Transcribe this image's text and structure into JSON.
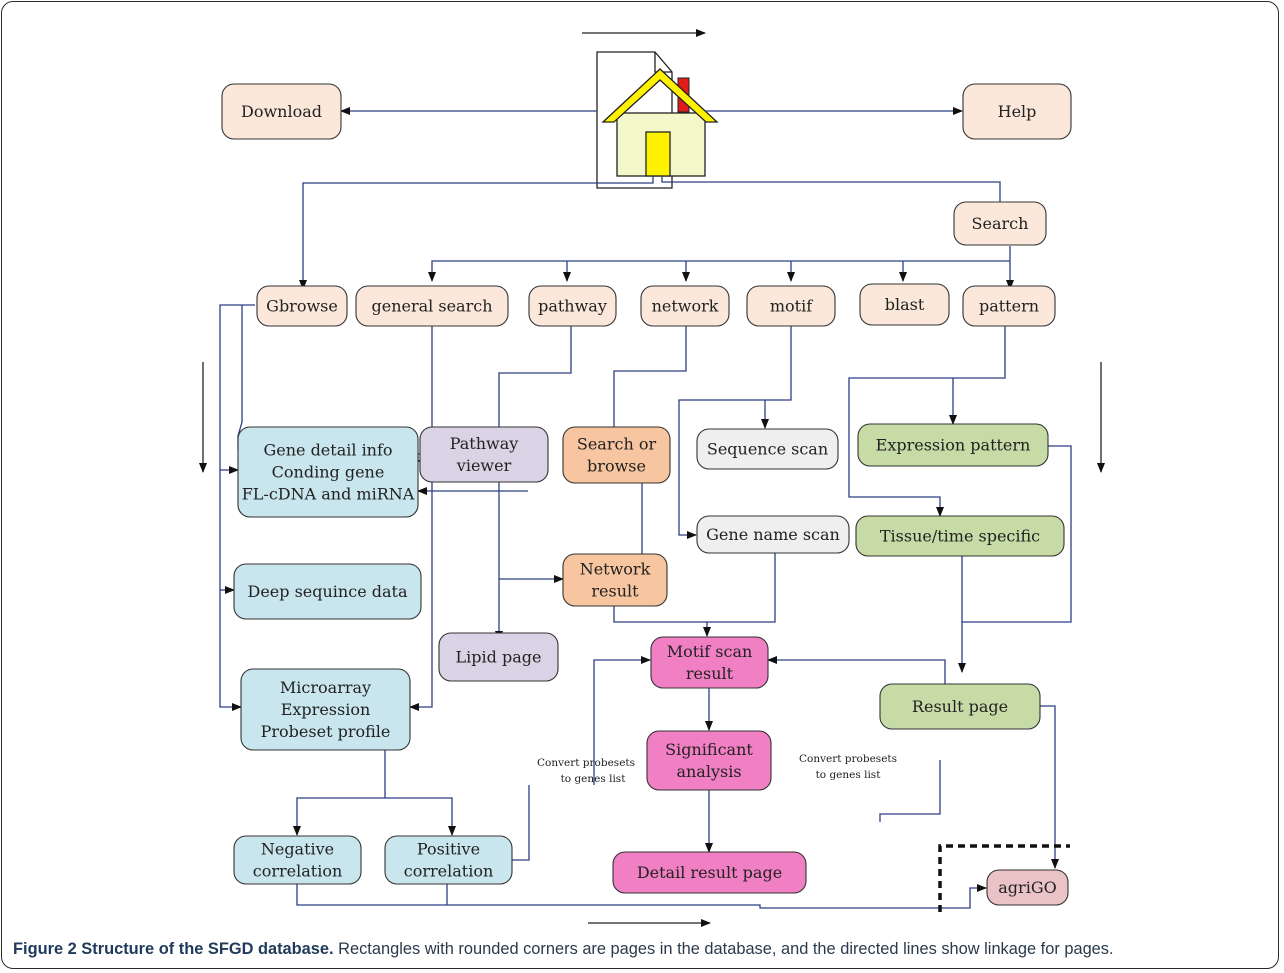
{
  "nodes": {
    "download": [
      "Download"
    ],
    "help": [
      "Help"
    ],
    "search": [
      "Search"
    ],
    "gbrowse": [
      "Gbrowse"
    ],
    "general_search": [
      "general search"
    ],
    "pathway": [
      "pathway"
    ],
    "network": [
      "network"
    ],
    "motif": [
      "motif"
    ],
    "blast": [
      "blast"
    ],
    "pattern": [
      "pattern"
    ],
    "gene_detail": [
      "Gene detail info",
      "Conding gene",
      "FL-cDNA and miRNA"
    ],
    "pathway_viewer": [
      "Pathway",
      "viewer"
    ],
    "search_or_browse": [
      "Search or",
      "browse"
    ],
    "sequence_scan": [
      "Sequence scan"
    ],
    "expression_pattern": [
      "Expression pattern"
    ],
    "gene_name_scan": [
      "Gene name scan"
    ],
    "tissue_time": [
      "Tissue/time specific"
    ],
    "deep_sequence": [
      "Deep sequince data"
    ],
    "network_result": [
      "Network",
      "result"
    ],
    "lipid_page": [
      "Lipid page"
    ],
    "motif_scan_result": [
      "Motif scan",
      "result"
    ],
    "microarray": [
      "Microarray",
      "Expression",
      "Probeset profile"
    ],
    "result_page": [
      "Result page"
    ],
    "significant_analysis": [
      "Significant",
      "analysis"
    ],
    "negative_correlation": [
      "Negative",
      "correlation"
    ],
    "positive_correlation": [
      "Positive",
      "correlation"
    ],
    "detail_result_page": [
      "Detail result page"
    ],
    "agrigo": [
      "agriGO"
    ]
  },
  "notes": {
    "convert_left": [
      "Convert probesets",
      "to genes list"
    ],
    "convert_right": [
      "Convert probesets",
      "to genes list"
    ]
  },
  "colors": {
    "peach": "#fbe8da",
    "blue": "#c9e6ee",
    "lavender": "#d9d3e5",
    "orange": "#f7c59f",
    "gray": "#efeff0",
    "green": "#c6dba6",
    "pink": "#f17fc3",
    "mauve": "#e9c3c5",
    "line": "#2c3e85"
  },
  "icons": {
    "home": "home-icon"
  },
  "caption": {
    "label": "Figure 2 Structure of the SFGD database.",
    "text": " Rectangles with rounded corners are pages in the database, and the directed lines show linkage for pages."
  }
}
